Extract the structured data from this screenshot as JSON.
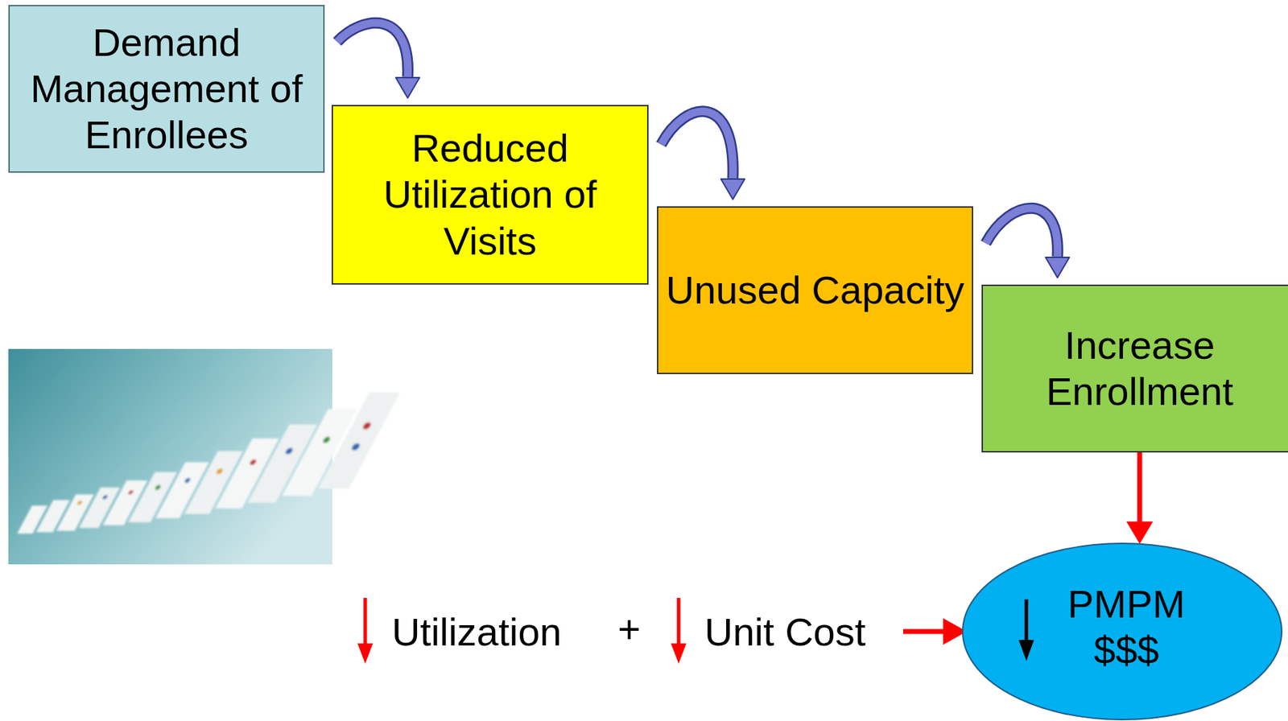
{
  "diagram": {
    "nodes": [
      {
        "text": [
          "Demand Management of Enrollees"
        ]
      },
      {
        "text": [
          "Reduced Utilization of Visits"
        ]
      },
      {
        "text": [
          "Unused Capacity"
        ]
      },
      {
        "text": [
          "Increase Enrollment"
        ]
      },
      {
        "text": [
          "PMPM $$$"
        ]
      }
    ],
    "edges": [
      {
        "from": 0,
        "to": 1,
        "arrow": "to"
      },
      {
        "from": 1,
        "to": 2,
        "arrow": "to"
      },
      {
        "from": 2,
        "to": 3,
        "arrow": "to"
      },
      {
        "from": 3,
        "to": 4,
        "arrow": "to"
      }
    ],
    "labels": [
      "Utilization",
      "+",
      "Unit Cost"
    ]
  }
}
